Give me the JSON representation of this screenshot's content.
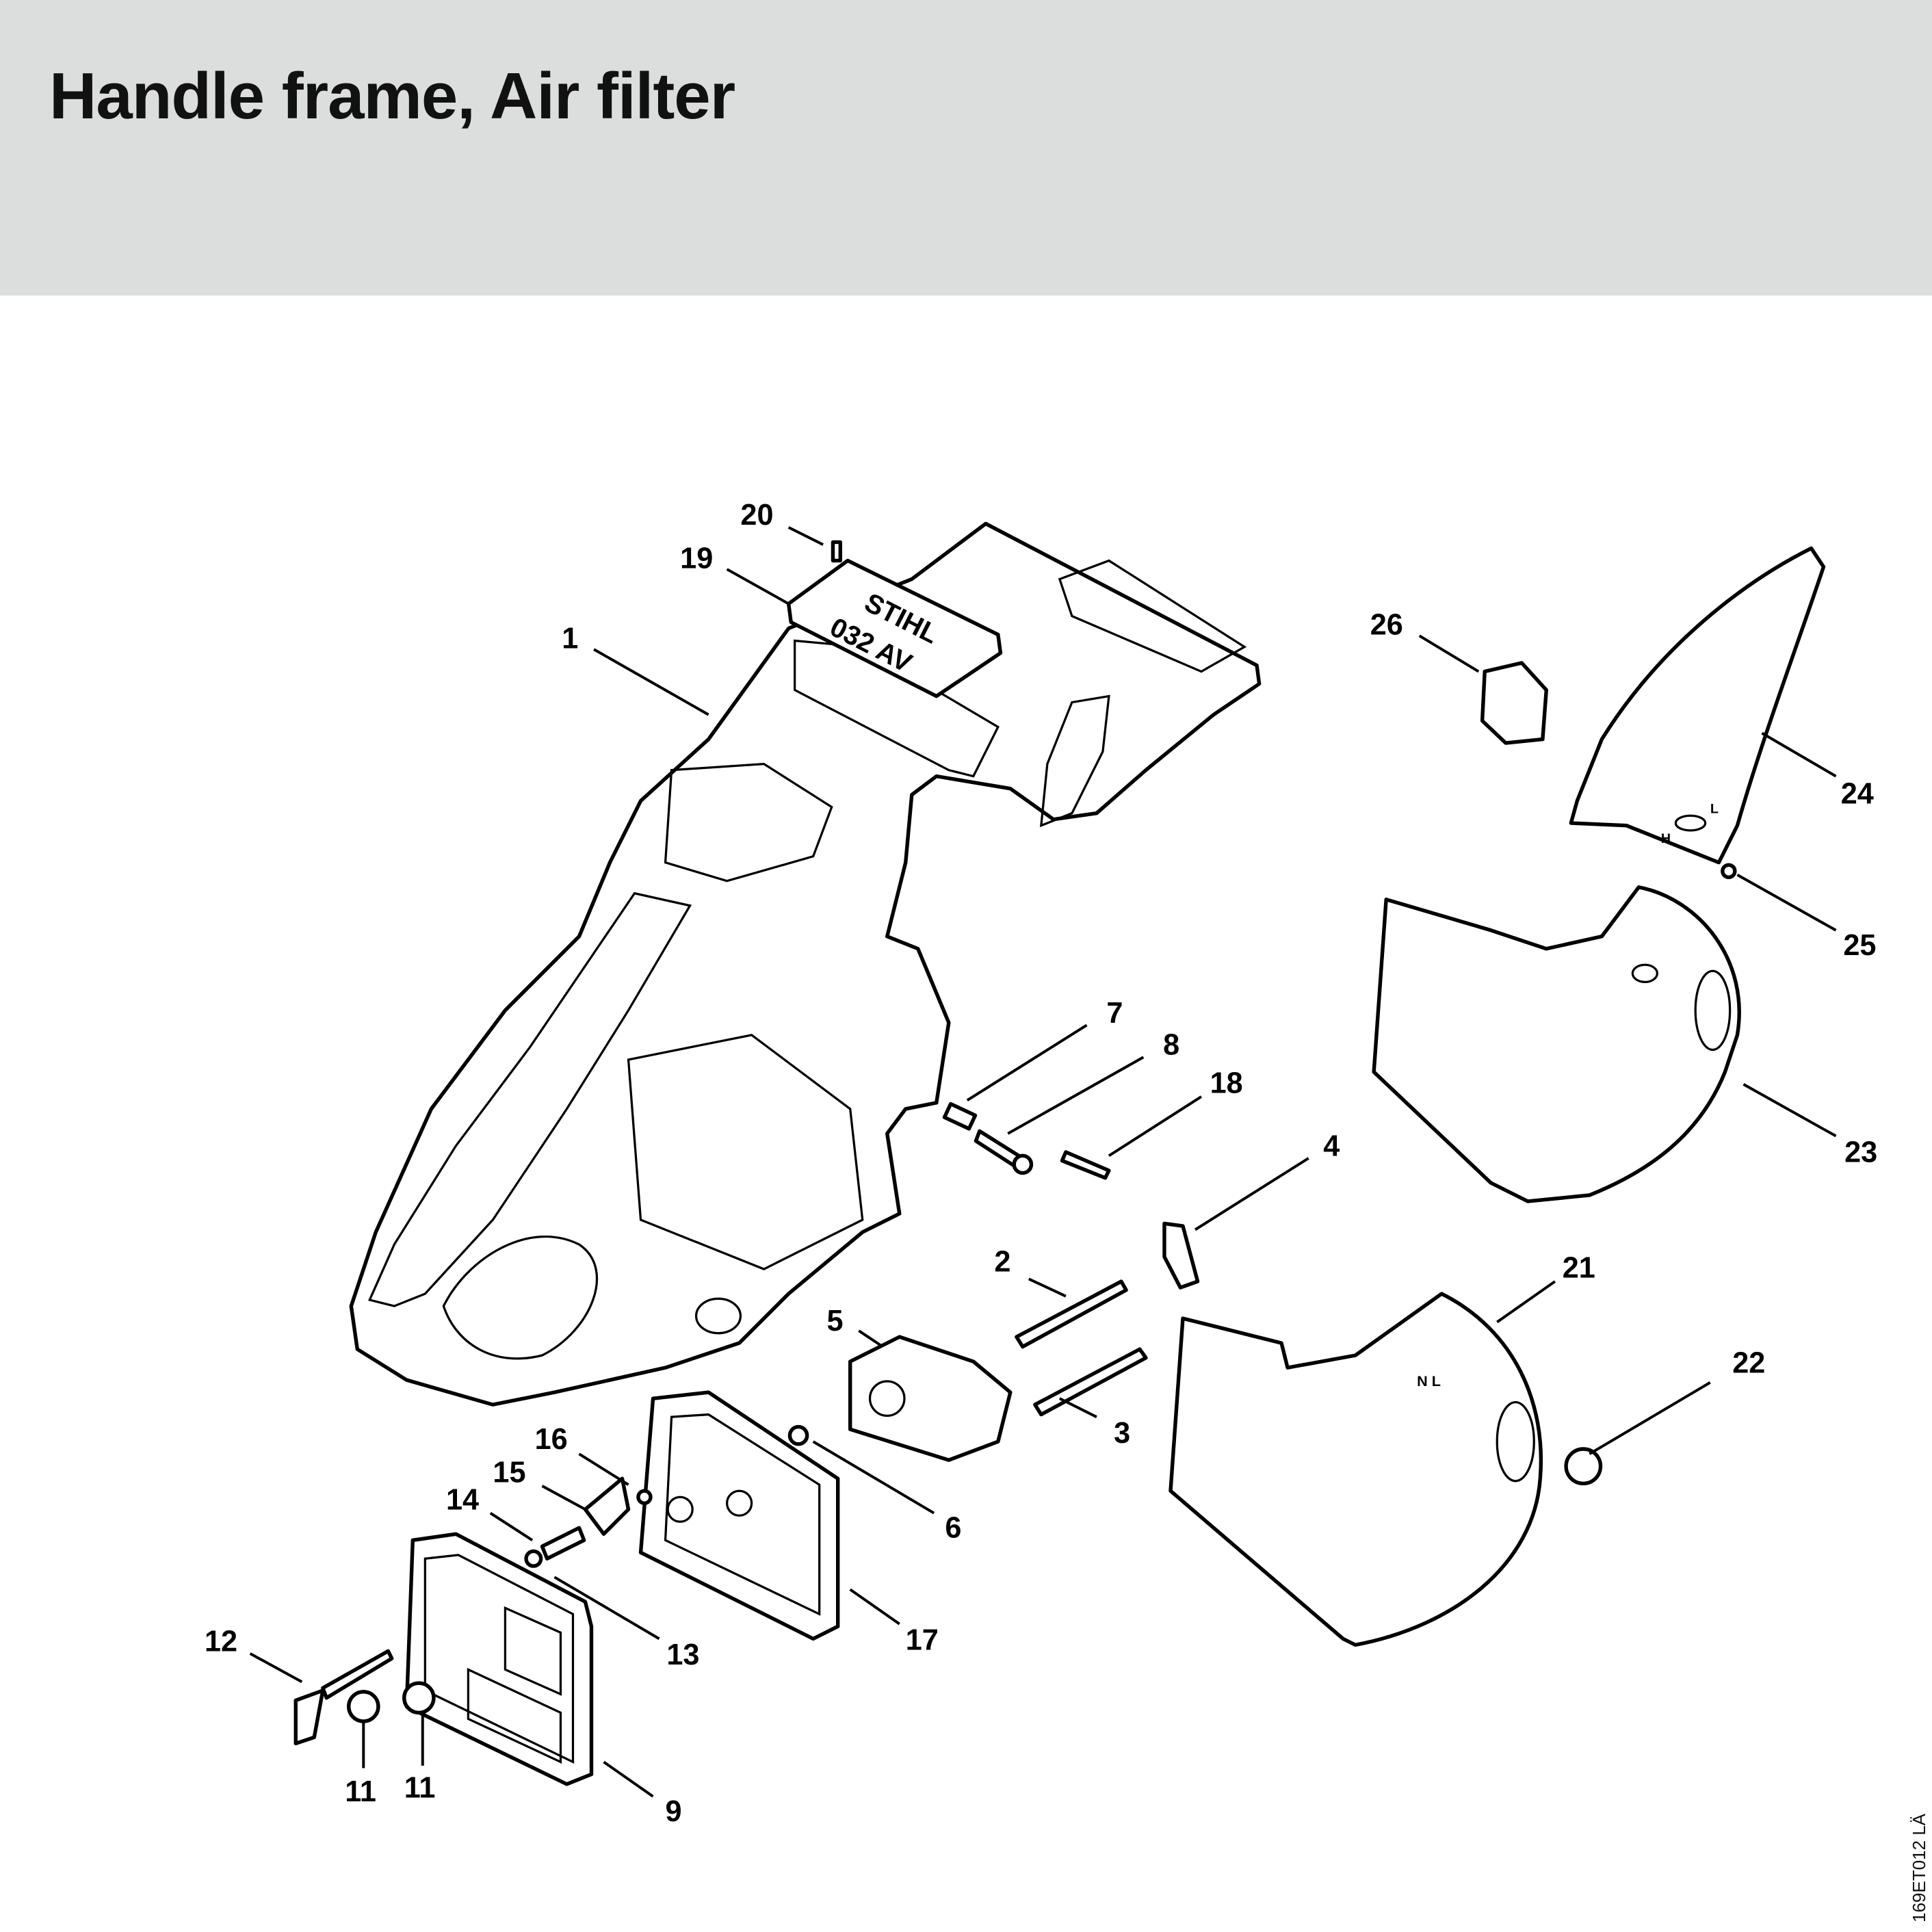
{
  "header": {
    "title": "Handle frame, Air filter"
  },
  "plate": {
    "line1": "STIHL",
    "line2": "032 AV"
  },
  "callouts": [
    "20",
    "19",
    "1",
    "26",
    "24",
    "25",
    "7",
    "8",
    "18",
    "23",
    "4",
    "2",
    "21",
    "5",
    "22",
    "3",
    "16",
    "6",
    "15",
    "14",
    "13",
    "17",
    "12",
    "11",
    "11",
    "9"
  ],
  "cover_marks": {
    "h": "H",
    "l": "L",
    "nl": "N L"
  },
  "drawing_code": "169ET012 LÄ"
}
